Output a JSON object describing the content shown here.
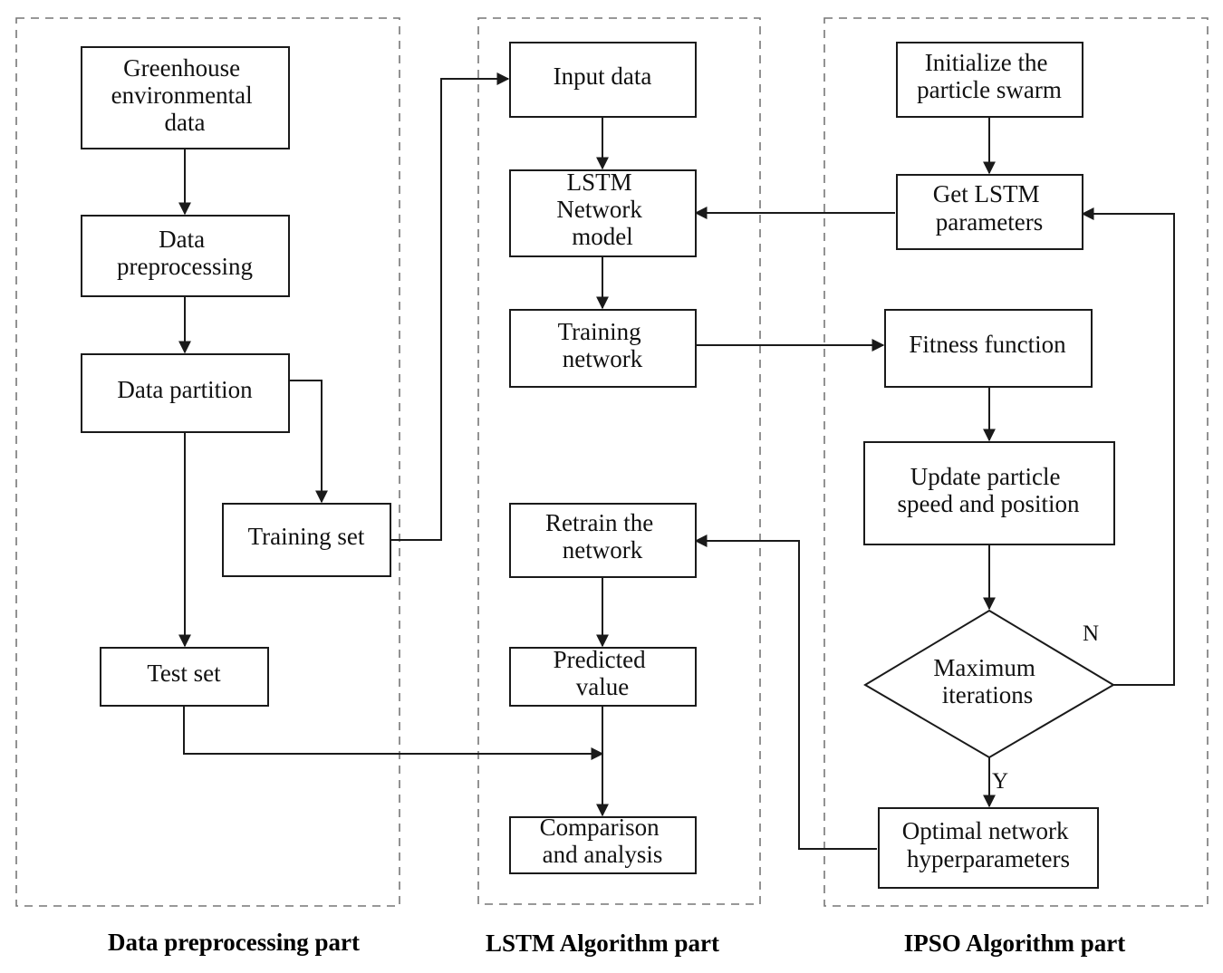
{
  "sections": {
    "data_preprocessing": "Data preprocessing part",
    "lstm": "LSTM Algorithm part",
    "ipso": "IPSO Algorithm part"
  },
  "nodes": {
    "greenhouse": [
      "Greenhouse",
      "environmental",
      "data"
    ],
    "preprocessing": [
      "Data",
      "preprocessing"
    ],
    "partition": [
      "Data partition"
    ],
    "training_set": [
      "Training set"
    ],
    "test_set": [
      "Test set"
    ],
    "input_data": [
      "Input data"
    ],
    "lstm_model": [
      "LSTM",
      "Network",
      "model"
    ],
    "training_network": [
      "Training",
      "network"
    ],
    "retrain": [
      "Retrain the",
      "network"
    ],
    "predicted": [
      "Predicted",
      "value"
    ],
    "comparison": [
      "Comparison",
      "and analysis"
    ],
    "init_swarm": [
      "Initialize the",
      "particle swarm"
    ],
    "get_params": [
      "Get LSTM",
      "parameters"
    ],
    "fitness": [
      "Fitness function"
    ],
    "update": [
      "Update particle",
      "speed and position"
    ],
    "max_iter": [
      "Maximum",
      "iterations"
    ],
    "optimal": [
      "Optimal network",
      "hyperparameters"
    ]
  },
  "branch_labels": {
    "no": "N",
    "yes": "Y"
  }
}
